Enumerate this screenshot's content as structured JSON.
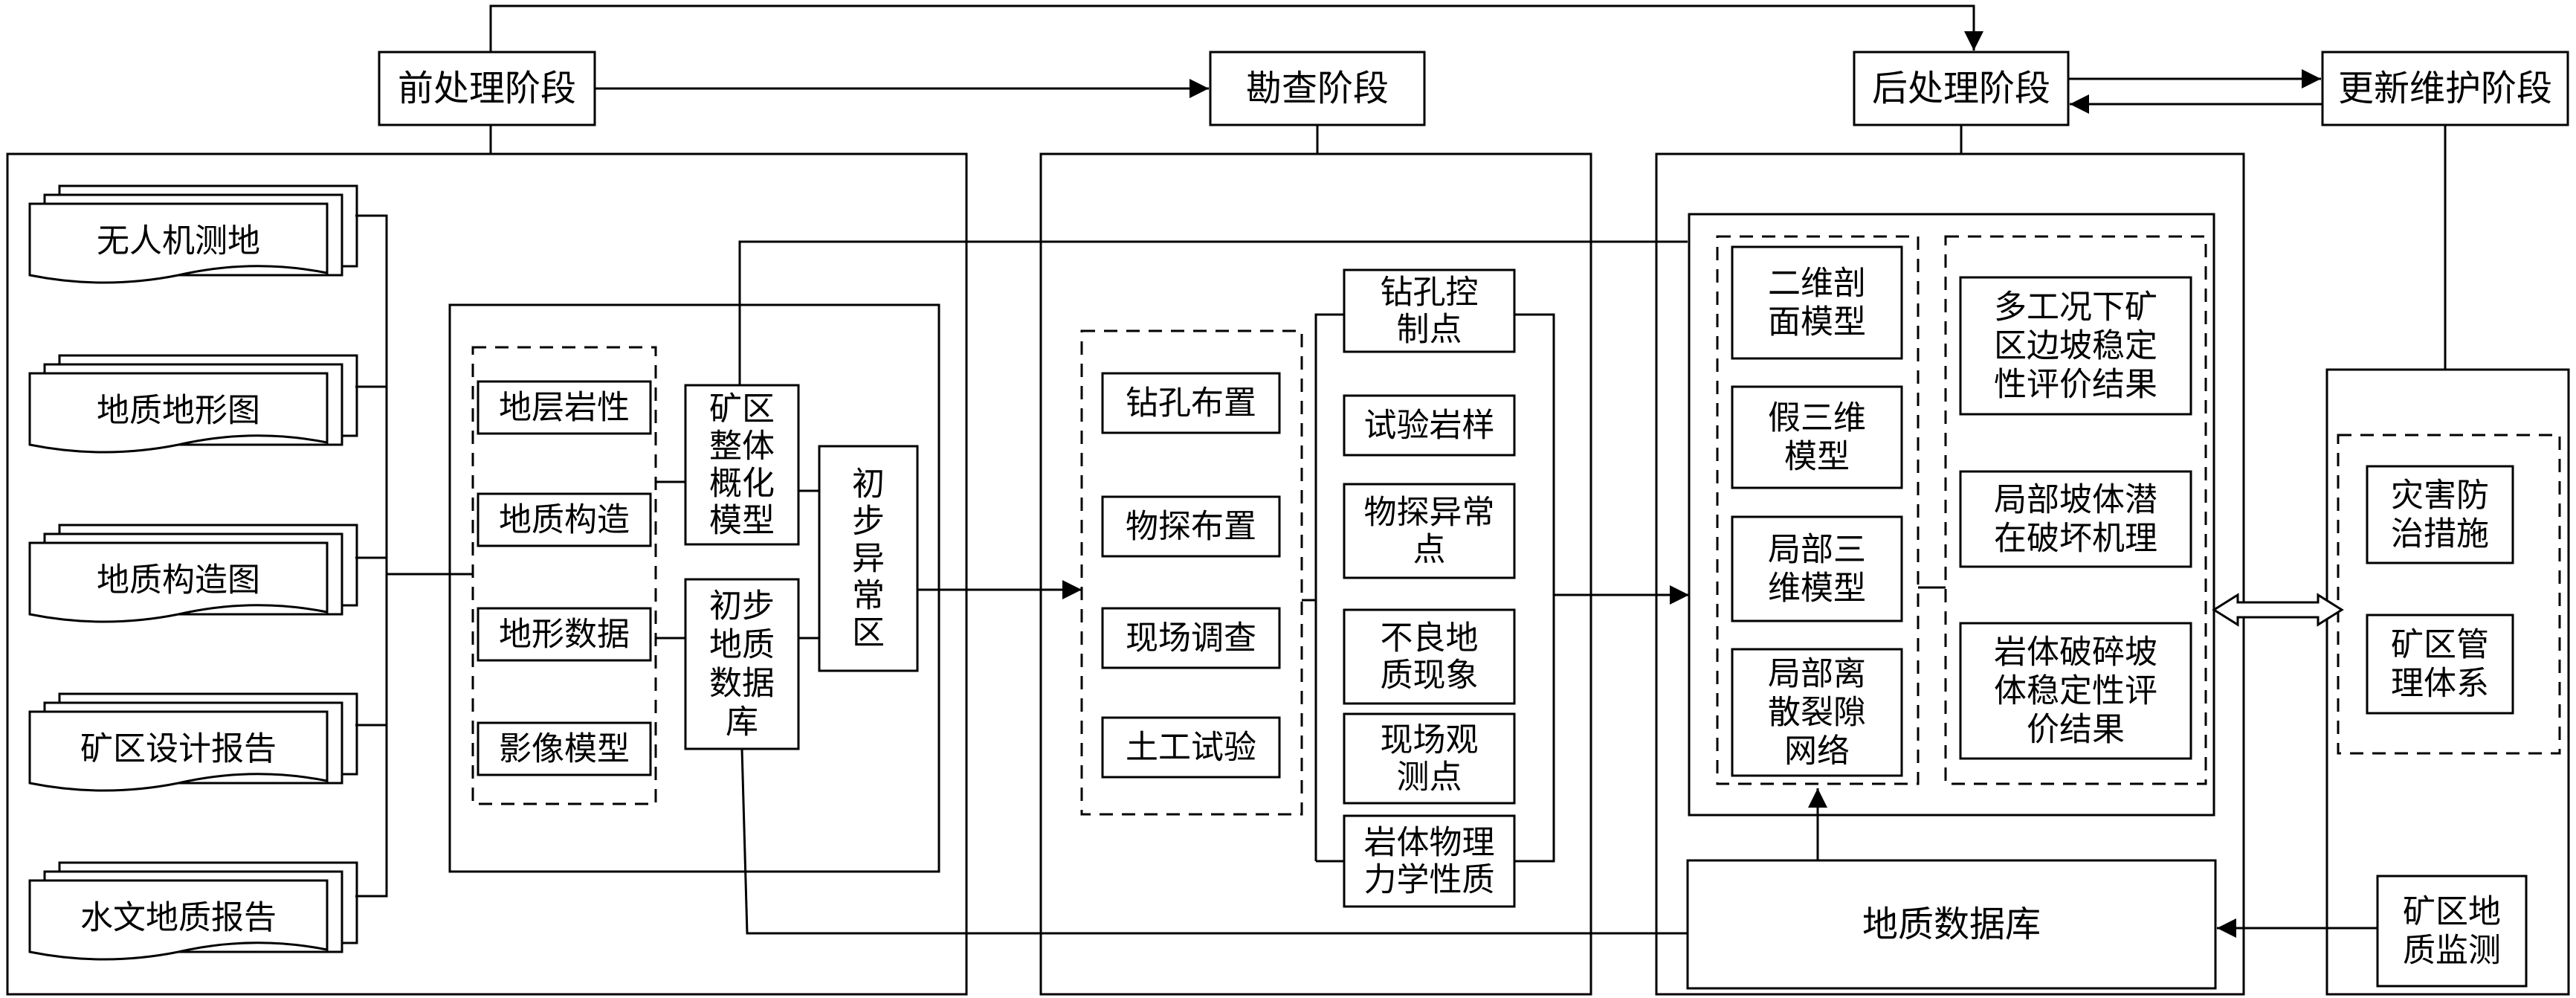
{
  "stages": {
    "pre": "前处理阶段",
    "survey": "勘查阶段",
    "post": "后处理阶段",
    "update": "更新维护阶段"
  },
  "sources": [
    "无人机测地",
    "地质地形图",
    "地质构造图",
    "矿区设计报告",
    "水文地质报告"
  ],
  "pre_panel": {
    "layers": [
      "地层岩性",
      "地质构造",
      "地形数据",
      "影像模型"
    ],
    "overall_model": [
      "矿区",
      "整体",
      "概化",
      "模型"
    ],
    "initial_db": [
      "初步",
      "地质",
      "数据",
      "库"
    ],
    "anomaly": [
      "初",
      "步",
      "异",
      "常",
      "区"
    ]
  },
  "survey_panel": {
    "methods": [
      "钻孔布置",
      "物探布置",
      "现场调查",
      "土工试验"
    ],
    "outputs": [
      [
        "钻孔控",
        "制点"
      ],
      [
        "试验岩样"
      ],
      [
        "物探异常",
        "点"
      ],
      [
        "不良地",
        "质现象"
      ],
      [
        "现场观",
        "测点"
      ],
      [
        "岩体物理",
        "力学性质"
      ]
    ]
  },
  "post_panel": {
    "models": [
      [
        "二维剖",
        "面模型"
      ],
      [
        "假三维",
        "模型"
      ],
      [
        "局部三",
        "维模型"
      ],
      [
        "局部离",
        "散裂隙",
        "网络"
      ]
    ],
    "results": [
      [
        "多工况下矿",
        "区边坡稳定",
        "性评价结果"
      ],
      [
        "局部坡体潜",
        "在破坏机理"
      ],
      [
        "岩体破碎坡",
        "体稳定性评",
        "价结果"
      ]
    ],
    "database": "地质数据库"
  },
  "update_panel": {
    "items": [
      [
        "灾害防",
        "治措施"
      ],
      [
        "矿区管",
        "理体系"
      ]
    ],
    "monitoring": [
      "矿区地",
      "质监测"
    ]
  }
}
